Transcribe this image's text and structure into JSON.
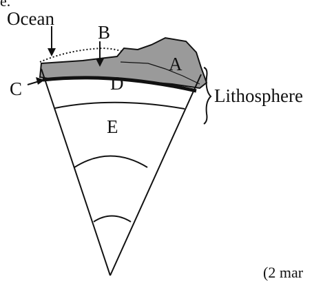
{
  "diagram": {
    "top_fragment": "e.",
    "labels": {
      "ocean": "Ocean",
      "a": "A",
      "b": "B",
      "c": "C",
      "d": "D",
      "e": "E",
      "lithosphere": "Lithosphere"
    },
    "marks_text": "(2 mar",
    "colors": {
      "crust_fill": "#9a9a9a",
      "stroke": "#111111"
    }
  }
}
